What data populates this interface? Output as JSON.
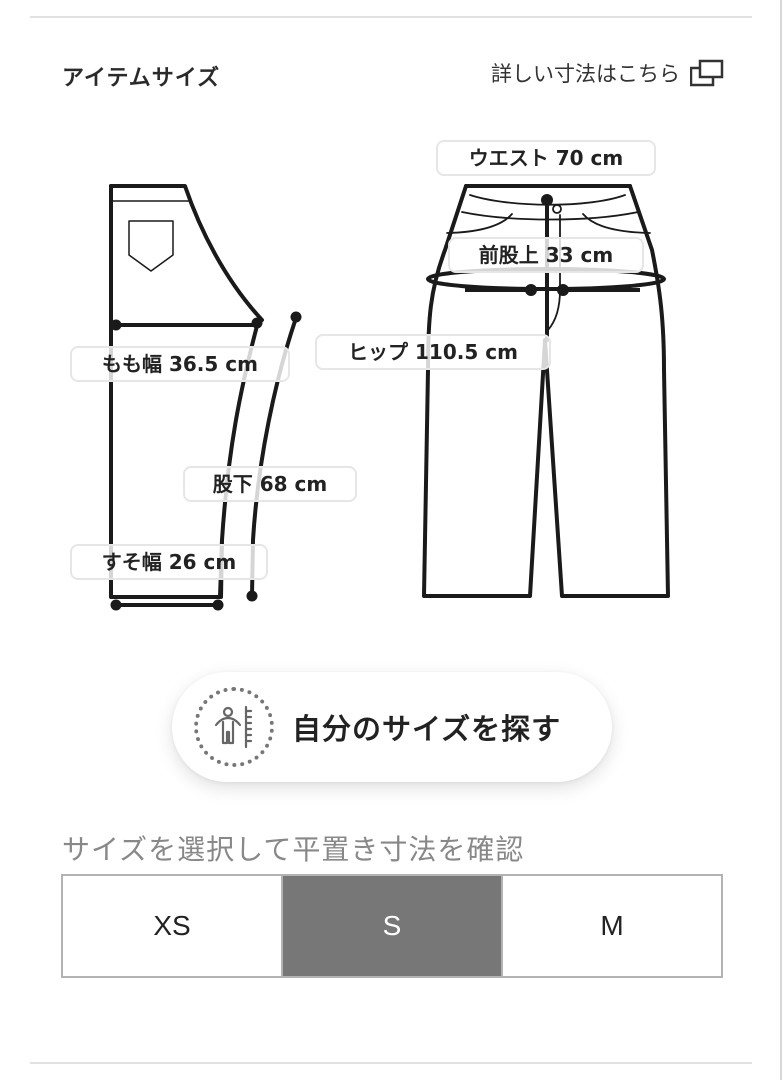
{
  "header": {
    "title": "アイテムサイズ",
    "detail_link": "詳しい寸法はこちら",
    "detail_link_icon": "external-window-icon"
  },
  "diagram": {
    "back_view_labels": {
      "thigh": "もも幅 36.5 cm",
      "inseam": "股下 68 cm",
      "hem": "すそ幅 26 cm"
    },
    "front_view_labels": {
      "waist": "ウエスト 70 cm",
      "front_rise": "前股上 33 cm",
      "hip": "ヒップ 110.5 cm"
    }
  },
  "find_size_button": {
    "label": "自分のサイズを探す",
    "icon": "body-measure-icon"
  },
  "size_selector": {
    "prompt": "サイズを選択して平置き寸法を確認",
    "options": [
      "XS",
      "S",
      "M"
    ],
    "selected": "S",
    "selected_color": "#777777"
  }
}
